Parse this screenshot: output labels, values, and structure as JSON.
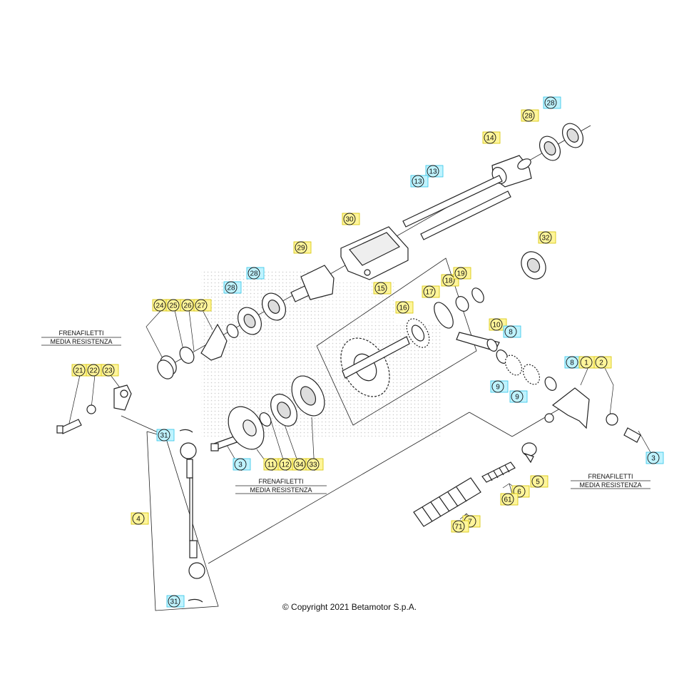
{
  "copyright": "© Copyright 2021 Betamotor S.p.A.",
  "notes": [
    {
      "id": "left",
      "line1": "FRENAFILETTI",
      "line2": "MEDIA RESISTENZA"
    },
    {
      "id": "center",
      "line1": "FRENAFILETTI",
      "line2": "MEDIA RESISTENZA"
    },
    {
      "id": "right",
      "line1": "FRENAFILETTI",
      "line2": "MEDIA RESISTENZA"
    }
  ],
  "colors": {
    "yellow_tag": "#fff59a",
    "blue_tag": "#bff3ff",
    "yellow_frame": "#d6c400",
    "blue_frame": "#2fc4e6",
    "line": "#222222",
    "dots": "#c9c9c9"
  },
  "callouts": [
    {
      "label": "28",
      "color": "blue"
    },
    {
      "label": "28",
      "color": "yellow"
    },
    {
      "label": "14",
      "color": "yellow"
    },
    {
      "label": "13",
      "color": "blue"
    },
    {
      "label": "13",
      "color": "blue"
    },
    {
      "label": "30",
      "color": "yellow"
    },
    {
      "label": "32",
      "color": "yellow"
    },
    {
      "label": "29",
      "color": "yellow"
    },
    {
      "label": "28",
      "color": "blue"
    },
    {
      "label": "28",
      "color": "blue"
    },
    {
      "label": "15",
      "color": "yellow"
    },
    {
      "label": "18",
      "color": "yellow"
    },
    {
      "label": "19",
      "color": "yellow"
    },
    {
      "label": "17",
      "color": "yellow"
    },
    {
      "label": "16",
      "color": "yellow"
    },
    {
      "label": "24",
      "color": "yellow"
    },
    {
      "label": "25",
      "color": "yellow"
    },
    {
      "label": "26",
      "color": "yellow"
    },
    {
      "label": "27",
      "color": "yellow"
    },
    {
      "label": "10",
      "color": "yellow"
    },
    {
      "label": "8",
      "color": "blue"
    },
    {
      "label": "8",
      "color": "blue"
    },
    {
      "label": "1",
      "color": "yellow"
    },
    {
      "label": "2",
      "color": "yellow"
    },
    {
      "label": "9",
      "color": "blue"
    },
    {
      "label": "9",
      "color": "blue"
    },
    {
      "label": "21",
      "color": "yellow"
    },
    {
      "label": "22",
      "color": "yellow"
    },
    {
      "label": "23",
      "color": "yellow"
    },
    {
      "label": "31",
      "color": "blue"
    },
    {
      "label": "3",
      "color": "blue"
    },
    {
      "label": "11",
      "color": "yellow"
    },
    {
      "label": "12",
      "color": "yellow"
    },
    {
      "label": "34",
      "color": "yellow"
    },
    {
      "label": "33",
      "color": "yellow"
    },
    {
      "label": "3",
      "color": "blue"
    },
    {
      "label": "5",
      "color": "yellow"
    },
    {
      "label": "6",
      "color": "yellow"
    },
    {
      "label": "61",
      "color": "yellow"
    },
    {
      "label": "7",
      "color": "yellow"
    },
    {
      "label": "71",
      "color": "yellow"
    },
    {
      "label": "4",
      "color": "yellow"
    },
    {
      "label": "31",
      "color": "blue"
    }
  ]
}
